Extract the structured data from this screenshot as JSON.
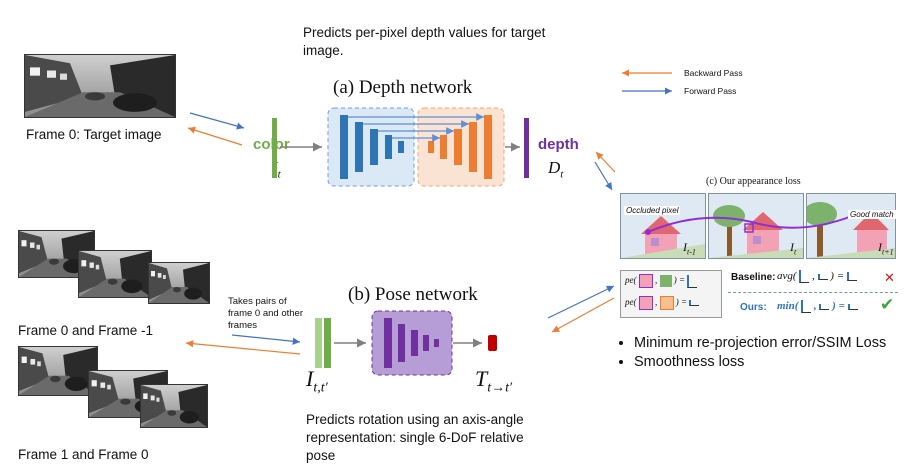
{
  "notes": {
    "depth_description": "Predicts per-pixel depth values for target image.",
    "pose_pairs_note": "Takes pairs of frame 0 and other frames",
    "pose_description": "Predicts rotation using an axis-angle representation: single 6-DoF relative pose"
  },
  "frames": {
    "target_caption": "Frame 0: Target image",
    "pair1_caption": "Frame 0 and Frame -1",
    "pair2_caption": "Frame 1 and Frame 0"
  },
  "depth_network": {
    "title": "(a) Depth network",
    "input_label": "color",
    "input_symbol": "I_t",
    "output_label": "depth",
    "output_symbol": "D_t",
    "input_color": "#70ad47",
    "output_color": "#7030a0",
    "encoder_color": "#2e75b6",
    "decoder_color": "#ed7d31"
  },
  "pose_network": {
    "title": "(b) Pose network",
    "input_symbol": "I_{t,t'}",
    "output_symbol": "T_{t→t'}",
    "block_color": "#7030a0",
    "output_color": "#c00000"
  },
  "legend": {
    "backward": "Backward Pass",
    "forward": "Forward Pass",
    "backward_color": "#ed7d31",
    "forward_color": "#4472c4"
  },
  "appearance_loss": {
    "title": "(c) Our appearance loss",
    "occluded_label": "Occluded pixel",
    "good_match_label": "Good match",
    "frame_labels": [
      "I_{t-1}",
      "I_t",
      "I_{t+1}"
    ],
    "baseline_label": "Baseline:",
    "baseline_expr": "avg(",
    "ours_label": "Ours:",
    "ours_expr": "min(",
    "pe_label": "pe(",
    "cross_icon": "cross-icon",
    "check_icon": "check-icon"
  },
  "losses": [
    "Minimum re-projection error/SSIM Loss",
    "Smoothness loss"
  ]
}
